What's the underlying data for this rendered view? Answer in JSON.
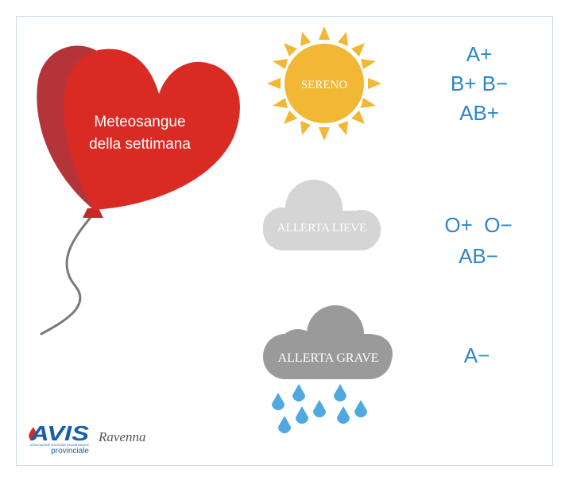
{
  "balloon": {
    "line1": "Meteosangue",
    "line2": "della settimana",
    "color": "#d92b24"
  },
  "rows": [
    {
      "status": "SERENO",
      "icon": "sun-icon",
      "color": "#f2b735",
      "groups": [
        "A+",
        "B+ B−",
        "AB+"
      ]
    },
    {
      "status": "ALLERTA LIEVE",
      "icon": "cloud-icon",
      "color": "#d5d5d5",
      "groups": [
        "O+  O−",
        "AB−"
      ]
    },
    {
      "status": "ALLERTA GRAVE",
      "icon": "rain-cloud-icon",
      "color": "#9a9a9a",
      "groups": [
        "A−"
      ]
    }
  ],
  "logo": {
    "brand": "AVIS",
    "tagline": "ASSOCIAZIONE VOLONTARI ITALIANI SANGUE",
    "sub": "provinciale",
    "city": "Ravenna"
  },
  "colors": {
    "blood_text": "#2f86c6",
    "rain": "#4fa9e0",
    "logo_blue": "#1a5eab"
  }
}
